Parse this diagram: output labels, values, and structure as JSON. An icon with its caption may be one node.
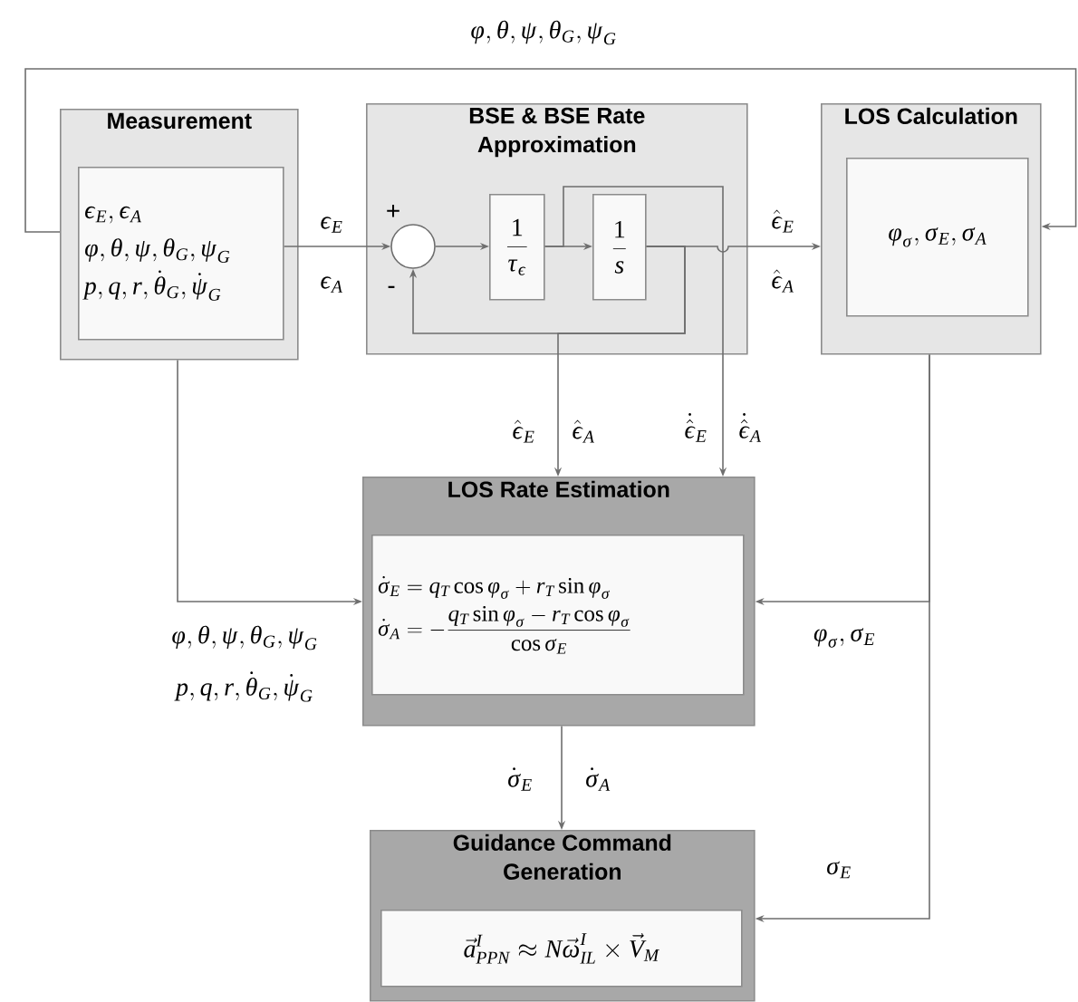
{
  "diagram": {
    "nodes": [
      {
        "text": [
          "Measurement"
        ]
      },
      {
        "text": [
          "\\varepsilon_E,\\varepsilon_A",
          "\\phi,\\theta,\\psi,\\theta_G,\\psi_G",
          "p,q,r,\\dot{\\theta}_G,\\dot{\\psi}_G"
        ],
        "in": 0
      },
      {
        "text": [
          "BSE & BSE Rate Approximation"
        ]
      },
      {
        "text": [],
        "shape": "circle",
        "in": 2
      },
      {
        "text": [
          "\\frac{1}{\\tau_\\varepsilon}"
        ],
        "in": 2
      },
      {
        "text": [
          "\\frac{1}{s}"
        ],
        "in": 2
      },
      {
        "text": [
          "LOS Calculation"
        ]
      },
      {
        "text": [
          "\\phi_\\sigma,\\sigma_E,\\sigma_A"
        ],
        "in": 6
      },
      {
        "text": [
          "LOS Rate Estimation"
        ]
      },
      {
        "text": [
          "\\dot{\\sigma}_E=q_T\\cos\\phi_\\sigma+r_T\\sin\\phi_\\sigma",
          "\\dot{\\sigma}_A=-\\frac{q_T\\sin\\phi_\\sigma-r_T\\cos\\phi_\\sigma}{\\cos\\sigma_E}"
        ],
        "in": 8
      },
      {
        "text": [
          "Guidance Command Generation"
        ]
      },
      {
        "text": [
          "\\vec{a}^I_{PPN}\\approx N\\vec{\\omega}^I_{IL}\\times\\vec{V}_M"
        ],
        "in": 10
      }
    ],
    "edges": [
      {
        "from": 0,
        "to": 6,
        "arrow": "to"
      },
      {
        "from": 0,
        "to": 8,
        "arrow": "to"
      },
      {
        "from": 1,
        "to": 3,
        "arrow": "to"
      },
      {
        "from": 3,
        "to": 4,
        "arrow": "to"
      },
      {
        "from": 4,
        "to": 5,
        "arrow": "to"
      },
      {
        "from": 5,
        "to": 6,
        "arrow": "to"
      },
      {
        "from": 5,
        "to": 3,
        "arrow": "to"
      },
      {
        "from": 5,
        "to": 8,
        "arrow": "to"
      },
      {
        "from": 4,
        "to": 8,
        "arrow": "to"
      },
      {
        "from": 6,
        "to": 8,
        "arrow": "to"
      },
      {
        "from": 6,
        "to": 10,
        "arrow": "to"
      },
      {
        "from": 8,
        "to": 10,
        "arrow": "to"
      }
    ],
    "labels": [
      "\\phi,\\theta,\\psi,\\theta_G,\\psi_G",
      "+",
      "-",
      "\\varepsilon_E",
      "\\varepsilon_A",
      "\\hat{\\varepsilon}_E",
      "\\hat{\\varepsilon}_A",
      "\\hat{\\varepsilon}_E",
      "\\hat{\\varepsilon}_A",
      "\\dot{\\hat{\\varepsilon}}_E",
      "\\dot{\\hat{\\varepsilon}}_A",
      "\\phi,\\theta,\\psi,\\theta_G,\\psi_G",
      "p,q,r,\\dot{\\theta}_G,\\dot{\\psi}_G",
      "\\phi_\\sigma,\\sigma_E",
      "\\dot{\\sigma}_E",
      "\\dot{\\sigma}_A",
      "\\sigma_E"
    ]
  }
}
